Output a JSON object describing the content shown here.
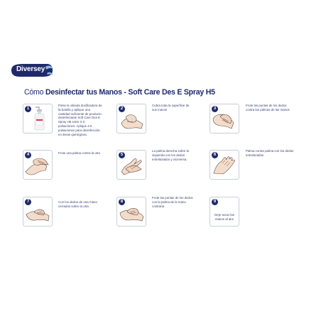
{
  "brand": {
    "name": "Diversey",
    "color": "#1f2a6b"
  },
  "title": {
    "prefix": "Cómo ",
    "bold1": "Desinfectar tus Manos",
    "sep": " - ",
    "bold2": "Soft Care Des E Spray H5"
  },
  "steps": [
    {
      "number": "1",
      "icon": "sanitizer-bottle-icon",
      "text": "Pulse la válvula dosificadora de la botella y aplique una cantidad suficiente de producto desinfectante Soft Care Des E Spray H5 entre 2-3 pulsaciones. Aplique 4-5 pulsaciones para desinfección en áreas quirúrgicas."
    },
    {
      "number": "2",
      "icon": "hands-cupped-icon",
      "text": "Cubra toda la superficie de sus manos"
    },
    {
      "number": "3",
      "icon": "palm-to-palm-icon",
      "text": "Frote las puntas de los dedos contra las palmas de las manos"
    },
    {
      "number": "4",
      "icon": "hands-rubbing-icon",
      "text": "Frote una palma contra la otra"
    },
    {
      "number": "5",
      "icon": "palm-over-back-icon",
      "text": "La palma derecha sobre la izquierda con los dedos entrelazados y viceversa."
    },
    {
      "number": "6",
      "icon": "interlaced-fingers-icon",
      "text": "Palma contra palma con los dedos entrelazados"
    },
    {
      "number": "7",
      "icon": "fingers-locked-icon",
      "text": "Con los dedos de una mano cerrados sobre la otra."
    },
    {
      "number": "8",
      "icon": "thumb-rotation-icon",
      "text": "Frote las puntas de los dedos con la palma de la mano contraria"
    },
    {
      "number": "9",
      "icon": "none",
      "text": "Deje secar las manos al aire"
    }
  ]
}
